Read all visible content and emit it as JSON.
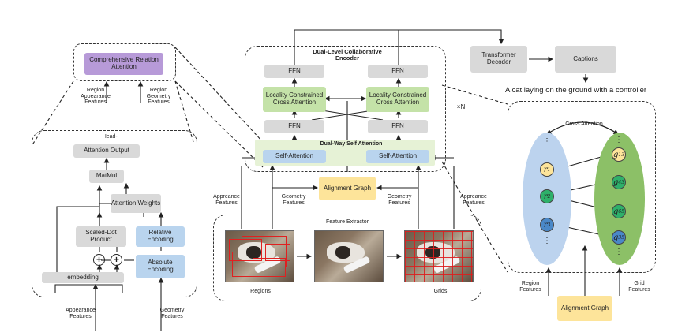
{
  "left": {
    "comprehensive": "Comprehensive Relation Attention",
    "region_appearance": "Region Appearance Features",
    "region_geometry": "Region Geometry Features",
    "head": "Head-i",
    "attention_output": "Attention Output",
    "matmul": "MatMul",
    "attention_weights": "Attention Weights",
    "scaled_dot": "Scaled-Dot Product",
    "relative_encoding": "Relative Encoding",
    "absolute_encoding": "Absolute Encoding",
    "embedding": "embedding",
    "plus": "+",
    "appearance_in": "Appearance Features",
    "geometry_in": "Geometry Features"
  },
  "encoder": {
    "title": "Dual-Level Collaborative Encoder",
    "ffn": "FFN",
    "lcca": "Locality Constrained Cross Attention",
    "dual_way": "Dual-Way Self Attention",
    "self_attention": "Self-Attention",
    "times_n": "×N"
  },
  "middle": {
    "appearance_left": "Appreance Features",
    "appearance_right": "Appreance Features",
    "geometry_left": "Geometry Features",
    "geometry_right": "Geometry Features",
    "alignment": "Alignment Graph",
    "feature_extractor": "Feature Extractor",
    "regions": "Regions",
    "grids": "Grids"
  },
  "decoder": {
    "transformer": "Transformer Decoder",
    "captions": "Captions",
    "caption_text": "A cat laying on the ground with a controller"
  },
  "graph": {
    "cross_attention": "Cross Attention",
    "r1": "r1",
    "r2": "r2",
    "r3": "r3",
    "g13": "g13",
    "g43": "g43",
    "g65": "g65",
    "g35": "g35",
    "ellipsis": "⋮",
    "region_features": "Region Features",
    "grid_features": "Grid Features",
    "alignment": "Alignment Graph"
  },
  "colors": {
    "grey": "#d9d9d9",
    "green": "#c4e2a8",
    "blue": "#b9d4ee",
    "yellow": "#fde49a",
    "purple": "#b79ad8",
    "region_ellipse": "#bcd3ee",
    "grid_ellipse": "#8cc067",
    "node_r1": "#fde49a",
    "node_r2": "#2eb06a",
    "node_r3": "#4a88c8",
    "node_g13": "#fde49a",
    "node_g43": "#2eb06a",
    "node_g65": "#2eb06a",
    "node_g35": "#4a88c8"
  }
}
